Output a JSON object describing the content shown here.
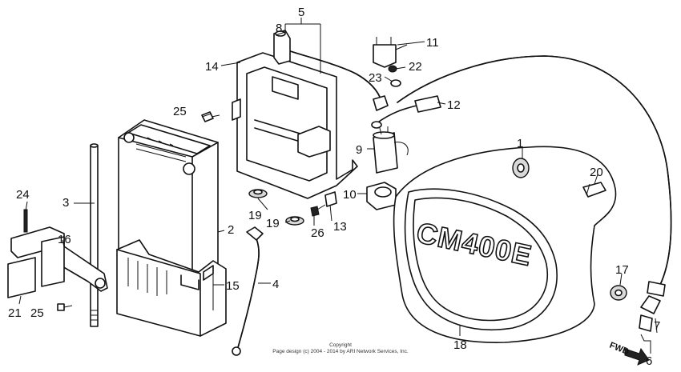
{
  "emblem_text": "CM400E",
  "direction_label": "FWD",
  "copyright_line1": "Copyright",
  "copyright_line2": "Page design (c) 2004 - 2014 by ARI Network Services, Inc.",
  "callouts": {
    "c1": "1",
    "c2": "2",
    "c3": "3",
    "c4": "4",
    "c5": "5",
    "c6": "6",
    "c7": "7",
    "c8": "8",
    "c9": "9",
    "c10": "10",
    "c11": "11",
    "c12": "12",
    "c13": "13",
    "c14": "14",
    "c15": "15",
    "c16": "16",
    "c17": "17",
    "c18": "18",
    "c19a": "19",
    "c19b": "19",
    "c20": "20",
    "c21": "21",
    "c22": "22",
    "c23": "23",
    "c24": "24",
    "c25a": "25",
    "c25b": "25",
    "c26": "26"
  }
}
